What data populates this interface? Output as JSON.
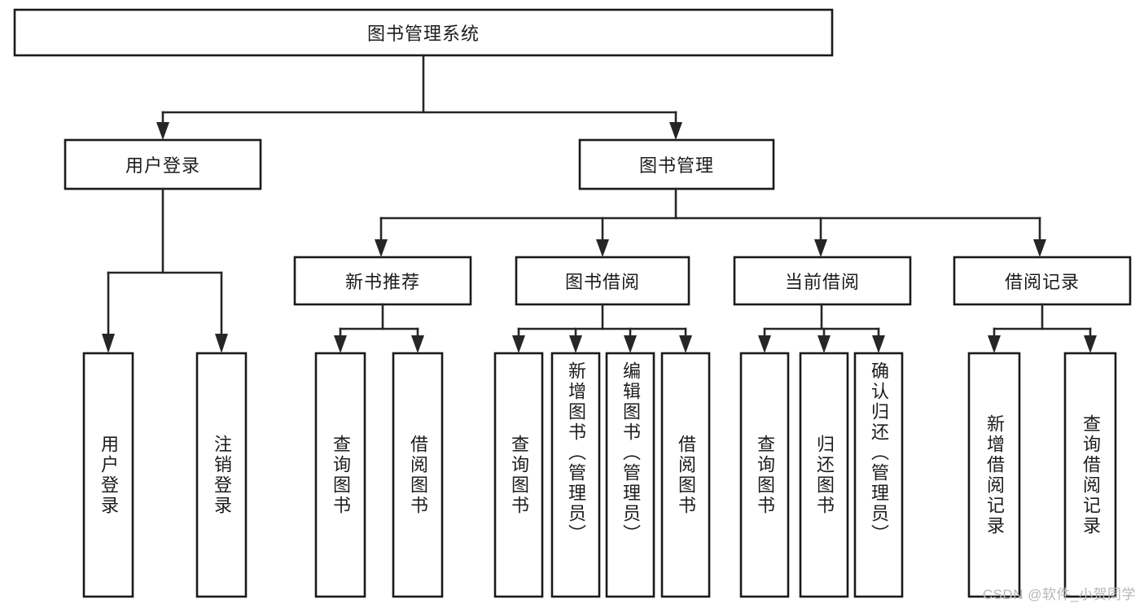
{
  "diagram": {
    "title": "图书管理系统",
    "type": "hierarchy-tree",
    "root": {
      "id": "root",
      "label": "图书管理系统",
      "orientation": "horizontal"
    },
    "level2": [
      {
        "id": "user-login",
        "label": "用户登录",
        "orientation": "horizontal"
      },
      {
        "id": "book-management",
        "label": "图书管理",
        "orientation": "horizontal"
      }
    ],
    "level3": [
      {
        "id": "new-book-recommend",
        "label": "新书推荐",
        "orientation": "horizontal",
        "parent": "book-management"
      },
      {
        "id": "book-borrow",
        "label": "图书借阅",
        "orientation": "horizontal",
        "parent": "book-management"
      },
      {
        "id": "current-borrow",
        "label": "当前借阅",
        "orientation": "horizontal",
        "parent": "book-management"
      },
      {
        "id": "borrow-record",
        "label": "借阅记录",
        "orientation": "horizontal",
        "parent": "book-management"
      }
    ],
    "leaves": [
      {
        "id": "leaf-user-login",
        "label": "用户登录",
        "parent": "user-login",
        "orientation": "vertical"
      },
      {
        "id": "leaf-logout-login",
        "label": "注销登录",
        "parent": "user-login",
        "orientation": "vertical"
      },
      {
        "id": "leaf-query-book-1",
        "label": "查询图书",
        "parent": "new-book-recommend",
        "orientation": "vertical"
      },
      {
        "id": "leaf-borrow-book-1",
        "label": "借阅图书",
        "parent": "new-book-recommend",
        "orientation": "vertical"
      },
      {
        "id": "leaf-query-book-2",
        "label": "查询图书",
        "parent": "book-borrow",
        "orientation": "vertical"
      },
      {
        "id": "leaf-add-book-admin",
        "label": "新增图书（管理员）",
        "parent": "book-borrow",
        "orientation": "vertical"
      },
      {
        "id": "leaf-edit-book-admin",
        "label": "编辑图书（管理员）",
        "parent": "book-borrow",
        "orientation": "vertical"
      },
      {
        "id": "leaf-borrow-book-2",
        "label": "借阅图书",
        "parent": "book-borrow",
        "orientation": "vertical"
      },
      {
        "id": "leaf-query-book-3",
        "label": "查询图书",
        "parent": "current-borrow",
        "orientation": "vertical"
      },
      {
        "id": "leaf-return-book",
        "label": "归还图书",
        "parent": "current-borrow",
        "orientation": "vertical"
      },
      {
        "id": "leaf-confirm-return-admin",
        "label": "确认归还（管理员）",
        "parent": "current-borrow",
        "orientation": "vertical"
      },
      {
        "id": "leaf-add-borrow-record",
        "label": "新增借阅记录",
        "parent": "borrow-record",
        "orientation": "vertical"
      },
      {
        "id": "leaf-query-borrow-record",
        "label": "查询借阅记录",
        "parent": "borrow-record",
        "orientation": "vertical"
      }
    ],
    "watermark": "CSDN @软件_小贺同学",
    "colors": {
      "box_stroke": "#1a1a1a",
      "box_fill": "#ffffff",
      "connector": "#262626",
      "text": "#1c1c1c",
      "watermark": "#b6b6b6",
      "background": "#ffffff"
    }
  }
}
